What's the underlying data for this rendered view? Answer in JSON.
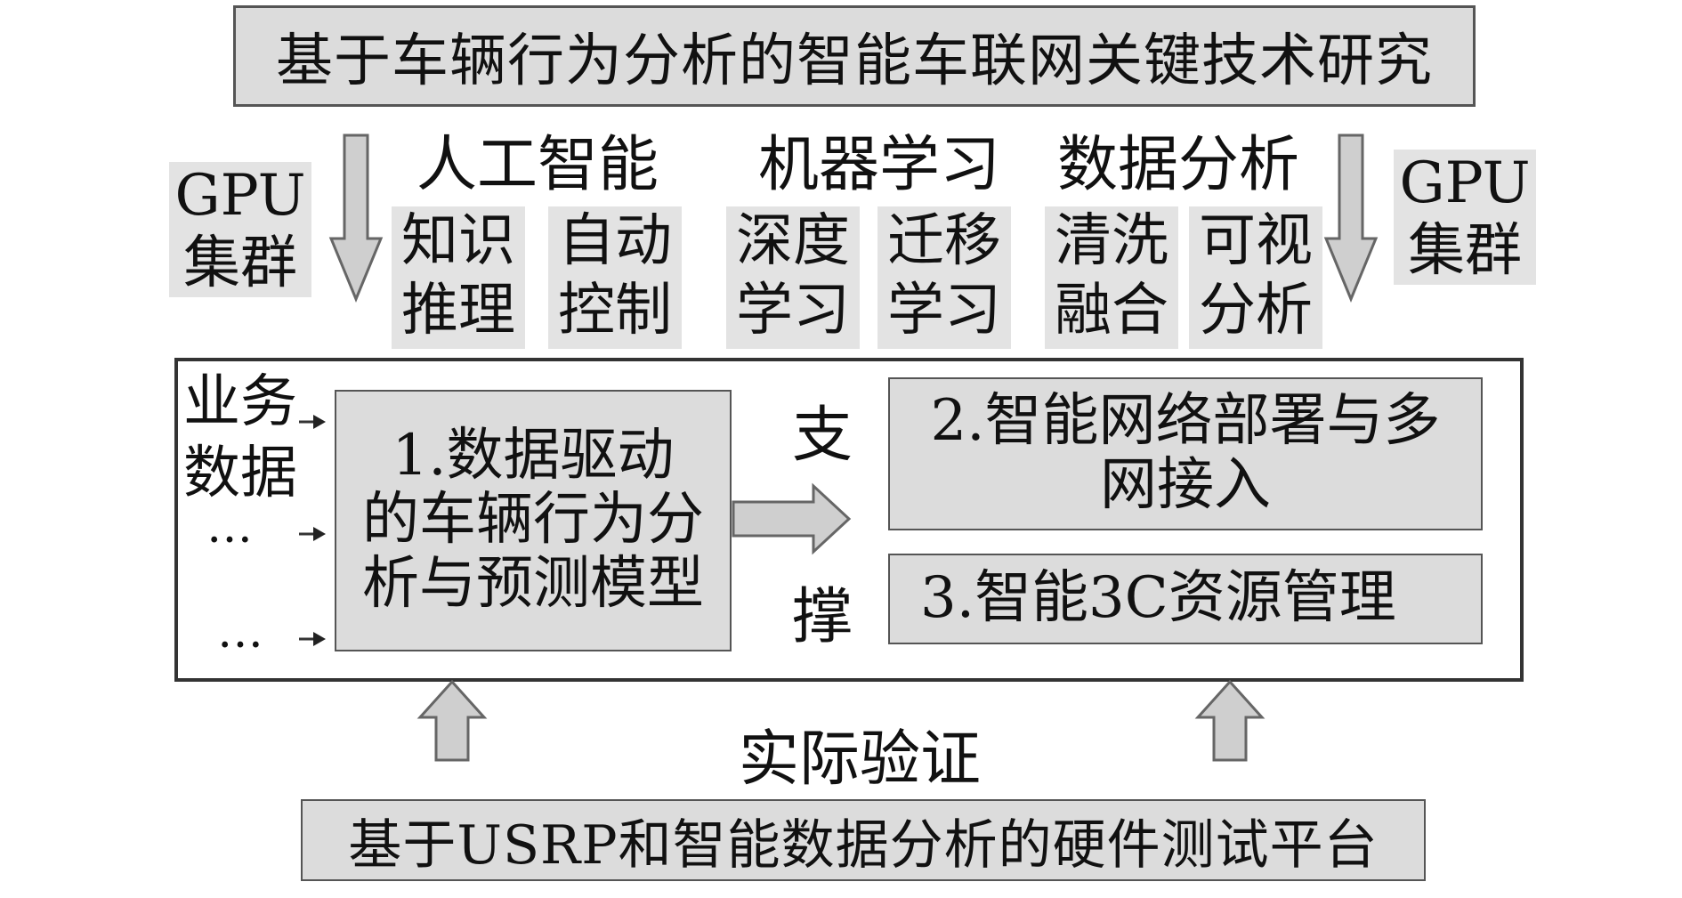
{
  "top_title": "基于车辆行为分析的智能车联网关键技术研究",
  "gpu_left": {
    "line1": "GPU",
    "line2": "集群"
  },
  "gpu_right": {
    "line1": "GPU",
    "line2": "集群"
  },
  "categories": [
    {
      "heading": "人工智能",
      "items": [
        {
          "line1": "知识",
          "line2": "推理"
        },
        {
          "line1": "自动",
          "line2": "控制"
        }
      ]
    },
    {
      "heading": "机器学习",
      "items": [
        {
          "line1": "深度",
          "line2": "学习"
        },
        {
          "line1": "迁移",
          "line2": "学习"
        }
      ]
    },
    {
      "heading": "数据分析",
      "items": [
        {
          "line1": "清洗",
          "line2": "融合"
        },
        {
          "line1": "可视",
          "line2": "分析"
        }
      ]
    }
  ],
  "business_data": {
    "line1": "业务",
    "line2": "数据",
    "ellipsis1": "…",
    "ellipsis2": "…"
  },
  "model_box": {
    "line1": "1.数据驱动",
    "line2": "的车辆行为分",
    "line3": "析与预测模型"
  },
  "support": {
    "char1": "支",
    "char2": "撑"
  },
  "box2": {
    "line1": "2.智能网络部署与多",
    "line2": "网接入"
  },
  "box3": {
    "text": "3.智能3C资源管理"
  },
  "validation_label": "实际验证",
  "bottom_title": "基于USRP和智能数据分析的硬件测试平台"
}
